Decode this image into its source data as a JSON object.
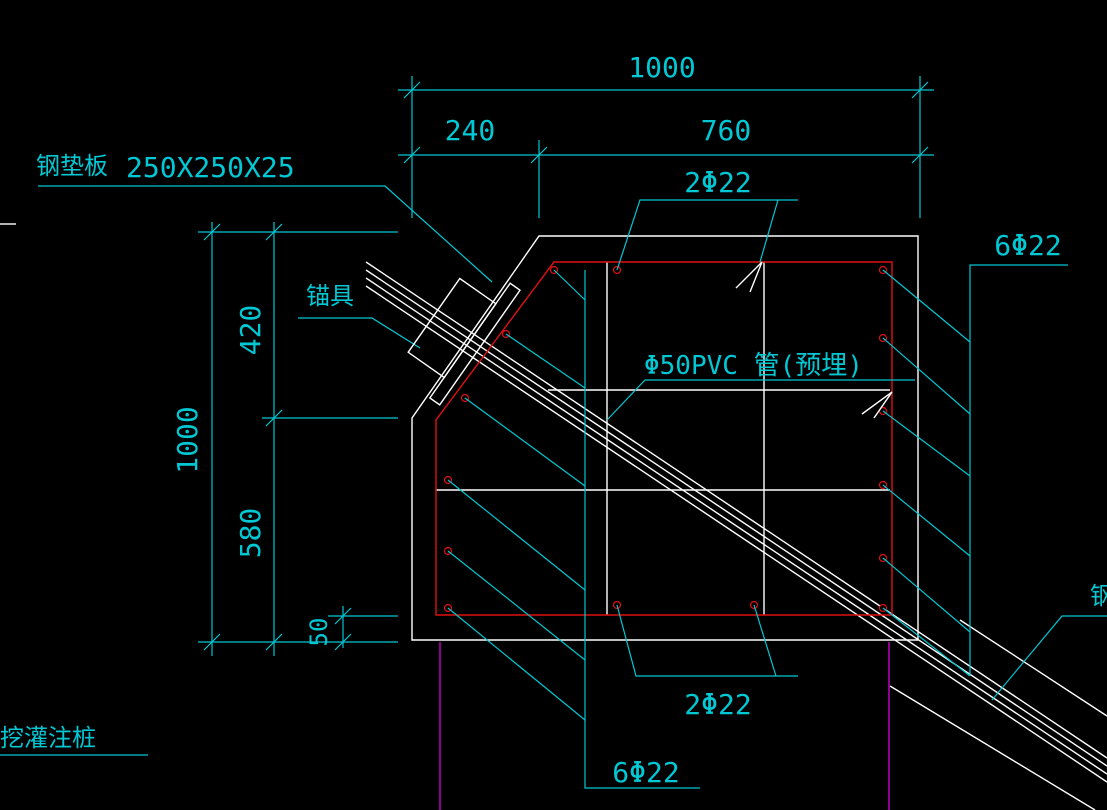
{
  "dimensions": {
    "overall_width": "1000",
    "left_part": "240",
    "right_part": "760",
    "overall_height": "1000",
    "upper_height": "420",
    "lower_height": "580",
    "cover": "50"
  },
  "labels": {
    "steel_plate": "钢垫板",
    "steel_plate_size": "250X250X25",
    "anchor": "锚具",
    "pvc_pipe": "Φ50PVC 管(预埋)",
    "pile_partial": "挖灌注桩",
    "right_partial": "钢"
  },
  "rebar": {
    "top": "2Φ22",
    "bottom": "2Φ22",
    "right_side": "6Φ22",
    "left_side": "6Φ22"
  },
  "colors": {
    "background": "#000000",
    "dimension": "#00c8d4",
    "concrete_outline": "#ffffff",
    "rebar": "#e01010",
    "pile": "#cc00cc"
  }
}
